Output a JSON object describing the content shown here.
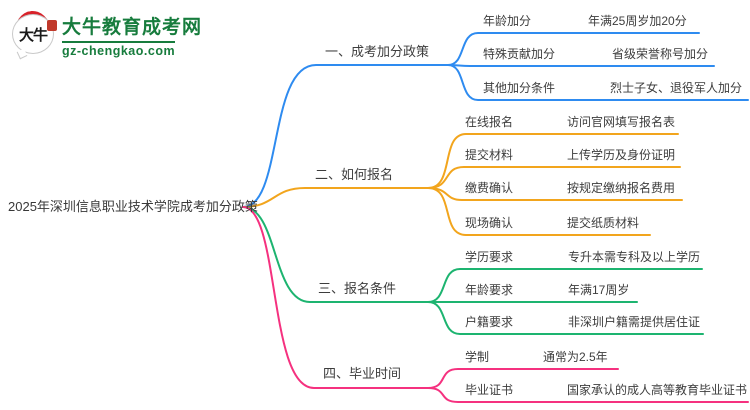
{
  "logo": {
    "icon_text": "大牛",
    "title": "大牛教育成考网",
    "domain": "gz-chengkao.com",
    "brand_green": "#177c3d",
    "brand_red": "#d8222a"
  },
  "root": {
    "title": "2025年深圳信息职业技术学院成考加分政策"
  },
  "branches": [
    {
      "label": "一、成考加分政策",
      "color": "#2e8bf0",
      "children": [
        {
          "label": "年龄加分",
          "value": "年满25周岁加20分"
        },
        {
          "label": "特殊贡献加分",
          "value": "省级荣誉称号加分"
        },
        {
          "label": "其他加分条件",
          "value": "烈士子女、退役军人加分"
        }
      ]
    },
    {
      "label": "二、如何报名",
      "color": "#f2a51d",
      "children": [
        {
          "label": "在线报名",
          "value": "访问官网填写报名表"
        },
        {
          "label": "提交材料",
          "value": "上传学历及身份证明"
        },
        {
          "label": "缴费确认",
          "value": "按规定缴纳报名费用"
        },
        {
          "label": "现场确认",
          "value": "提交纸质材料"
        }
      ]
    },
    {
      "label": "三、报名条件",
      "color": "#1db470",
      "children": [
        {
          "label": "学历要求",
          "value": "专升本需专科及以上学历"
        },
        {
          "label": "年龄要求",
          "value": "年满17周岁"
        },
        {
          "label": "户籍要求",
          "value": "非深圳户籍需提供居住证"
        }
      ]
    },
    {
      "label": "四、毕业时间",
      "color": "#f5317f",
      "children": [
        {
          "label": "学制",
          "value": "通常为2.5年"
        },
        {
          "label": "毕业证书",
          "value": "国家承认的成人高等教育毕业证书"
        }
      ]
    }
  ]
}
